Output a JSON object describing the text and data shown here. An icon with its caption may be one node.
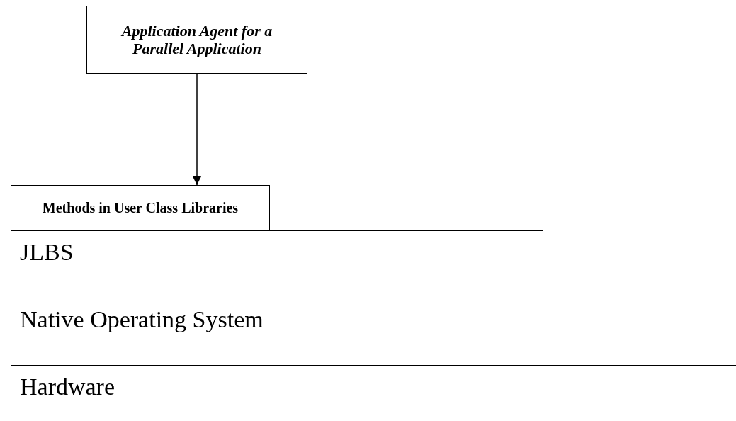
{
  "diagram": {
    "nodes": [
      {
        "text": [
          "Application Agent for a Parallel Application"
        ]
      },
      {
        "text": [
          "Methods in User Class Libraries"
        ]
      },
      {
        "text": [
          "JLBS"
        ]
      },
      {
        "text": [
          "Native Operating System"
        ]
      },
      {
        "text": [
          "Hardware"
        ]
      }
    ],
    "edges": [
      {
        "from": 0,
        "to": 1,
        "arrow": "to"
      }
    ]
  }
}
